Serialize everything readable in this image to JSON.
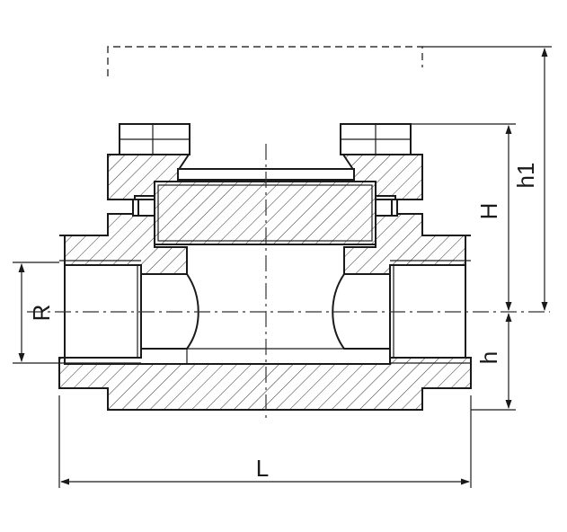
{
  "drawing": {
    "dimensions": {
      "L": "L",
      "R": "R",
      "H": "H",
      "h": "h",
      "h1": "h1"
    }
  }
}
